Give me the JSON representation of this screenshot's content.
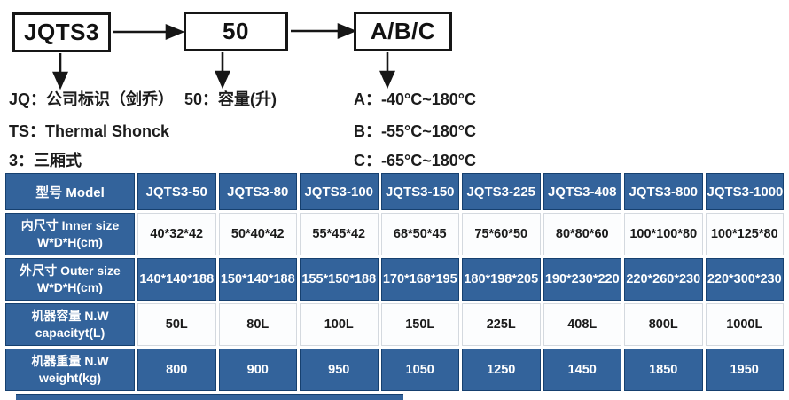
{
  "colors": {
    "cell_blue": "#33639B",
    "cell_border_dark": "#16406F",
    "light_cell_border": "#D4D9DF",
    "diagram_line": "#161616"
  },
  "flowchart": {
    "boxes": [
      {
        "label": "JQTS3"
      },
      {
        "label": "50"
      },
      {
        "label": "A/B/C"
      }
    ],
    "legend_left": [
      "JQ：公司标识（剑乔）",
      "TS：Thermal Shonck",
      "3：三厢式"
    ],
    "legend_mid": [
      "50：容量(升)"
    ],
    "legend_right": [
      "A：-40°C~180°C",
      "B：-55°C~180°C",
      "C：-65°C~180°C"
    ]
  },
  "table": {
    "header": [
      "型号 Model",
      "JQTS3-50",
      "JQTS3-80",
      "JQTS3-100",
      "JQTS3-150",
      "JQTS3-225",
      "JQTS3-408",
      "JQTS3-800",
      "JQTS3-1000"
    ],
    "rows": [
      {
        "label1": "内尺寸 Inner size",
        "label2": "W*D*H(cm)",
        "values": [
          "40*32*42",
          "50*40*42",
          "55*45*42",
          "68*50*45",
          "75*60*50",
          "80*80*60",
          "100*100*80",
          "100*125*80"
        ]
      },
      {
        "label1": "外尺寸 Outer size",
        "label2": "W*D*H(cm)",
        "values": [
          "140*140*188",
          "150*140*188",
          "155*150*188",
          "170*168*195",
          "180*198*205",
          "190*230*220",
          "220*260*230",
          "220*300*230"
        ]
      },
      {
        "label1": "机器容量 N.W",
        "label2": "capacityt(L)",
        "values": [
          "50L",
          "80L",
          "100L",
          "150L",
          "225L",
          "408L",
          "800L",
          "1000L"
        ]
      },
      {
        "label1": "机器重量 N.W",
        "label2": "weight(kg)",
        "values": [
          "800",
          "900",
          "950",
          "1050",
          "1250",
          "1450",
          "1850",
          "1950"
        ]
      }
    ]
  }
}
